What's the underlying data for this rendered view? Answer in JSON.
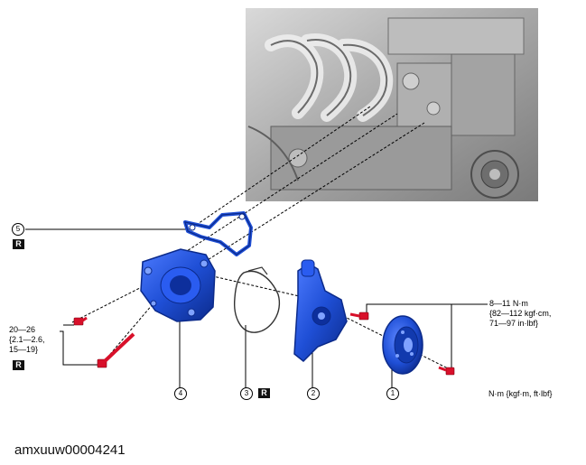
{
  "callouts": {
    "p1": "1",
    "p2": "2",
    "p3": "3",
    "p4": "4",
    "p5": "5"
  },
  "replace_mark": "R",
  "torque": {
    "right_main": "8—11 N·m",
    "right_sub1": "{82—112 kgf·cm,",
    "right_sub2": "71—97 in·lbf}",
    "left_main": "20—26",
    "left_sub1": "{2.1—2.6,",
    "left_sub2": "15—19}",
    "units": "N·m {kgf·m, ft·lbf}"
  },
  "figure_id": "amxuuw00004241",
  "colors": {
    "part_blue": "#1f4fd6",
    "part_dark": "#0b2a8a",
    "bolt_red": "#d8102a",
    "engine_gray": "#8c8c8c"
  }
}
